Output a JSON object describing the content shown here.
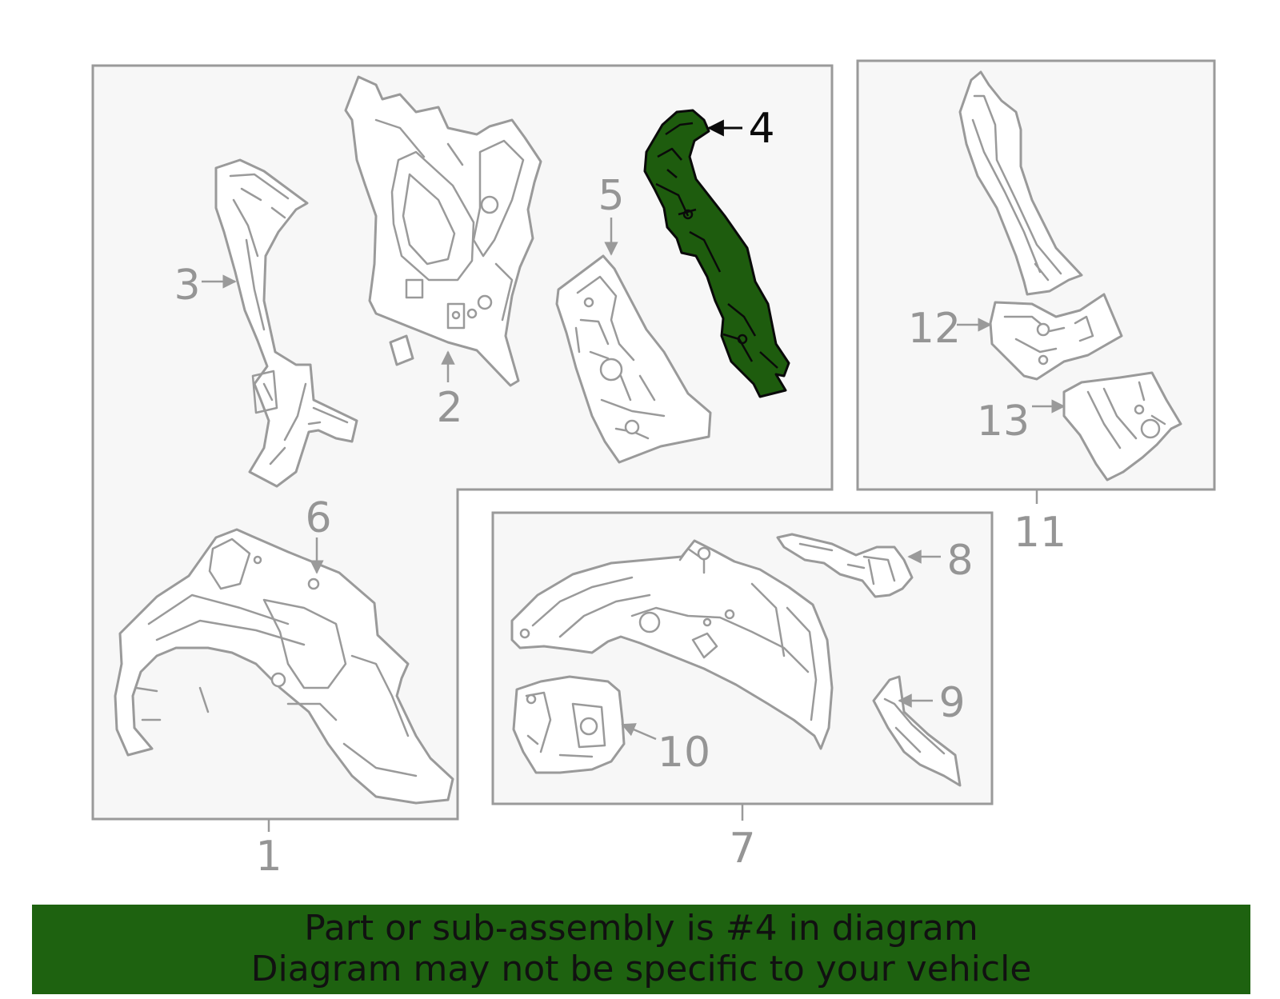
{
  "diagram": {
    "callouts": {
      "c1": "1",
      "c2": "2",
      "c3": "3",
      "c4": "4",
      "c5": "5",
      "c6": "6",
      "c7": "7",
      "c8": "8",
      "c9": "9",
      "c10": "10",
      "c11": "11",
      "c12": "12",
      "c13": "13"
    },
    "highlighted_part": "4",
    "highlight_color": "#1e5c0e",
    "line_color": "#9a9a9a"
  },
  "banner": {
    "line1": "Part or sub-assembly is #4 in diagram",
    "line2": "Diagram may not be specific to your vehicle",
    "background": "#1e6210"
  }
}
